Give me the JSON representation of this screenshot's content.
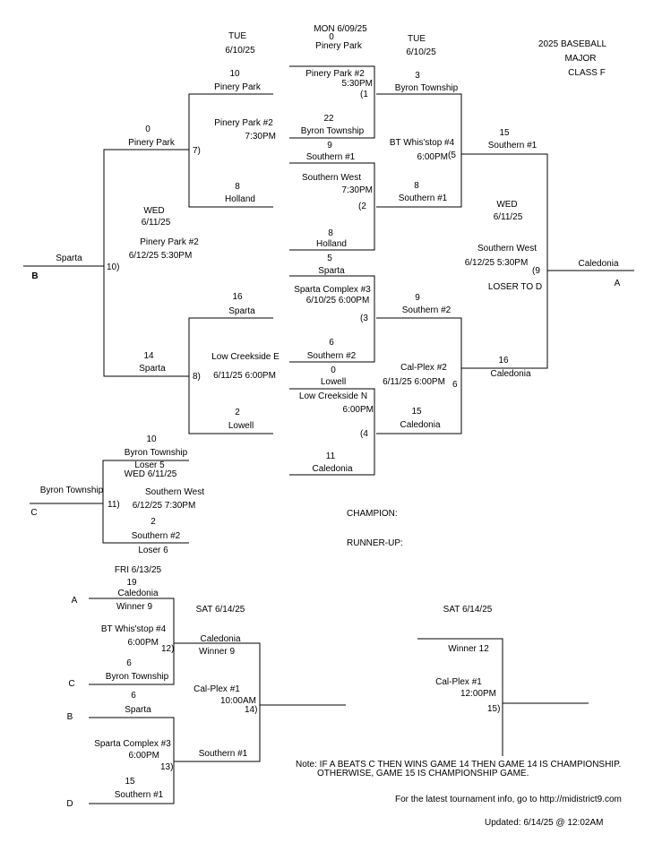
{
  "header": {
    "title_line1": "2025 BASEBALL",
    "title_line2": "MAJOR",
    "title_line3": "CLASS F"
  },
  "dates": {
    "tue_a_day": "TUE",
    "tue_a_date": "6/10/25",
    "mon": "MON    6/09/25",
    "tue_b_day": "TUE",
    "tue_b_date": "6/10/25",
    "wed_l_day": "WED",
    "wed_l_date": "6/11/25",
    "wed_r_day": "WED",
    "wed_r_date": "6/11/25",
    "fri": "FRI     6/13/25",
    "sat_l": "SAT    6/14/25",
    "sat_r": "SAT     6/14/25"
  },
  "games": {
    "g1": {
      "score_a": "0",
      "team_a": "Pinery Park",
      "venue": "Pinery Park #2",
      "time": "5:30PM",
      "num": "(1",
      "score_b": "22",
      "team_b": "Byron Township"
    },
    "g2": {
      "score_a": "9",
      "team_a": "Southern #1",
      "venue": "Southern West",
      "time": "7:30PM",
      "num": "(2",
      "score_b": "8",
      "team_b": "Holland"
    },
    "g3": {
      "score_a": "5",
      "team_a": "Sparta",
      "venue": "Sparta Complex #3",
      "time": "6/10/25    6:00PM",
      "num": "(3",
      "score_b": "6",
      "team_b": "Southern #2"
    },
    "g4": {
      "score_a": "0",
      "team_a": "Lowell",
      "venue": "Low Creekside N",
      "time": "6:00PM",
      "num": "(4",
      "score_b": "11",
      "team_b": "Caledonia"
    },
    "g5": {
      "score_a": "3",
      "team_a": "Byron Township",
      "venue": "BT Whis'stop #4",
      "time": "6:00PM",
      "num": "(5",
      "score_b": "8",
      "team_b": "Southern #1"
    },
    "g6": {
      "score_a": "9",
      "team_a": "Southern #2",
      "venue": "Cal-Plex #2",
      "time": "6/11/25    6:00PM",
      "num": "6",
      "score_b": "15",
      "team_b": "Caledonia"
    },
    "g7": {
      "score_a": "10",
      "team_a": "Pinery Park",
      "venue": "Pinery Park #2",
      "time": "7:30PM",
      "num": "7)",
      "score_b": "8",
      "team_b": "Holland"
    },
    "g8": {
      "score_a": "16",
      "team_a": "Sparta",
      "venue": "Low Creekside E",
      "time": "6/11/25   6:00PM",
      "num": "8)",
      "score_b": "2",
      "team_b": "Lowell"
    },
    "g9": {
      "score_a": "15",
      "team_a": "Southern #1",
      "venue": "Southern West",
      "time": "6/12/25    5:30PM",
      "num": "(9",
      "score_b": "16",
      "team_b": "Caledonia",
      "winner": "Caledonia",
      "letter": "A",
      "loser_note": "LOSER TO D"
    },
    "g10": {
      "score_a": "0",
      "team_a": "Pinery Park",
      "venue": "Pinery Park #2",
      "time": "6/12/25   5:30PM",
      "num": "10)",
      "score_b": "14",
      "team_b": "Sparta",
      "winner": "Sparta",
      "letter": "B"
    },
    "g11": {
      "score_a": "10",
      "team_a": "Byron Township",
      "note_a": "Loser 5",
      "venue_line1": "WED    6/11/25",
      "venue": "Southern West",
      "time": "6/12/25    7:30PM",
      "num": "11)",
      "score_b": "2",
      "team_b": "Southern #2",
      "note_b": "Loser 6",
      "winner": "Byron Township",
      "letter": "C"
    },
    "g12": {
      "letter_a": "A",
      "score_a": "19",
      "team_a": "Caledonia",
      "note_a": "Winner 9",
      "venue": "BT Whis'stop #4",
      "time": "6:00PM",
      "num": "12)",
      "score_b": "6",
      "team_b": "Byron Township",
      "letter_b": "C"
    },
    "g13": {
      "letter_a": "B",
      "score_a": "6",
      "team_a": "Sparta",
      "venue": "Sparta Complex #3",
      "time": "6:00PM",
      "num": "13)",
      "score_b": "15",
      "team_b": "Southern #1",
      "letter_b": "D"
    },
    "g14": {
      "team_a": "Caledonia",
      "note_a": "Winner 9",
      "venue": "Cal-Plex #1",
      "time": "10:00AM",
      "num": "14)",
      "team_b": "Southern #1"
    },
    "g15": {
      "note_a": "Winner 12",
      "venue": "Cal-Plex #1",
      "time": "12:00PM",
      "num": "15)"
    }
  },
  "results": {
    "champion": "CHAMPION:",
    "runner_up": "RUNNER-UP:"
  },
  "footer": {
    "note_line1": "Note: IF A BEATS C THEN WINS GAME 14 THEN GAME 14 IS CHAMPIONSHIP.",
    "note_line2": "OTHERWISE, GAME 15 IS CHAMPIONSHIP GAME.",
    "info": "For the latest tournament info, go to  http://midistrict9.com",
    "updated": "Updated:  6/14/25 @ 12:02AM"
  }
}
